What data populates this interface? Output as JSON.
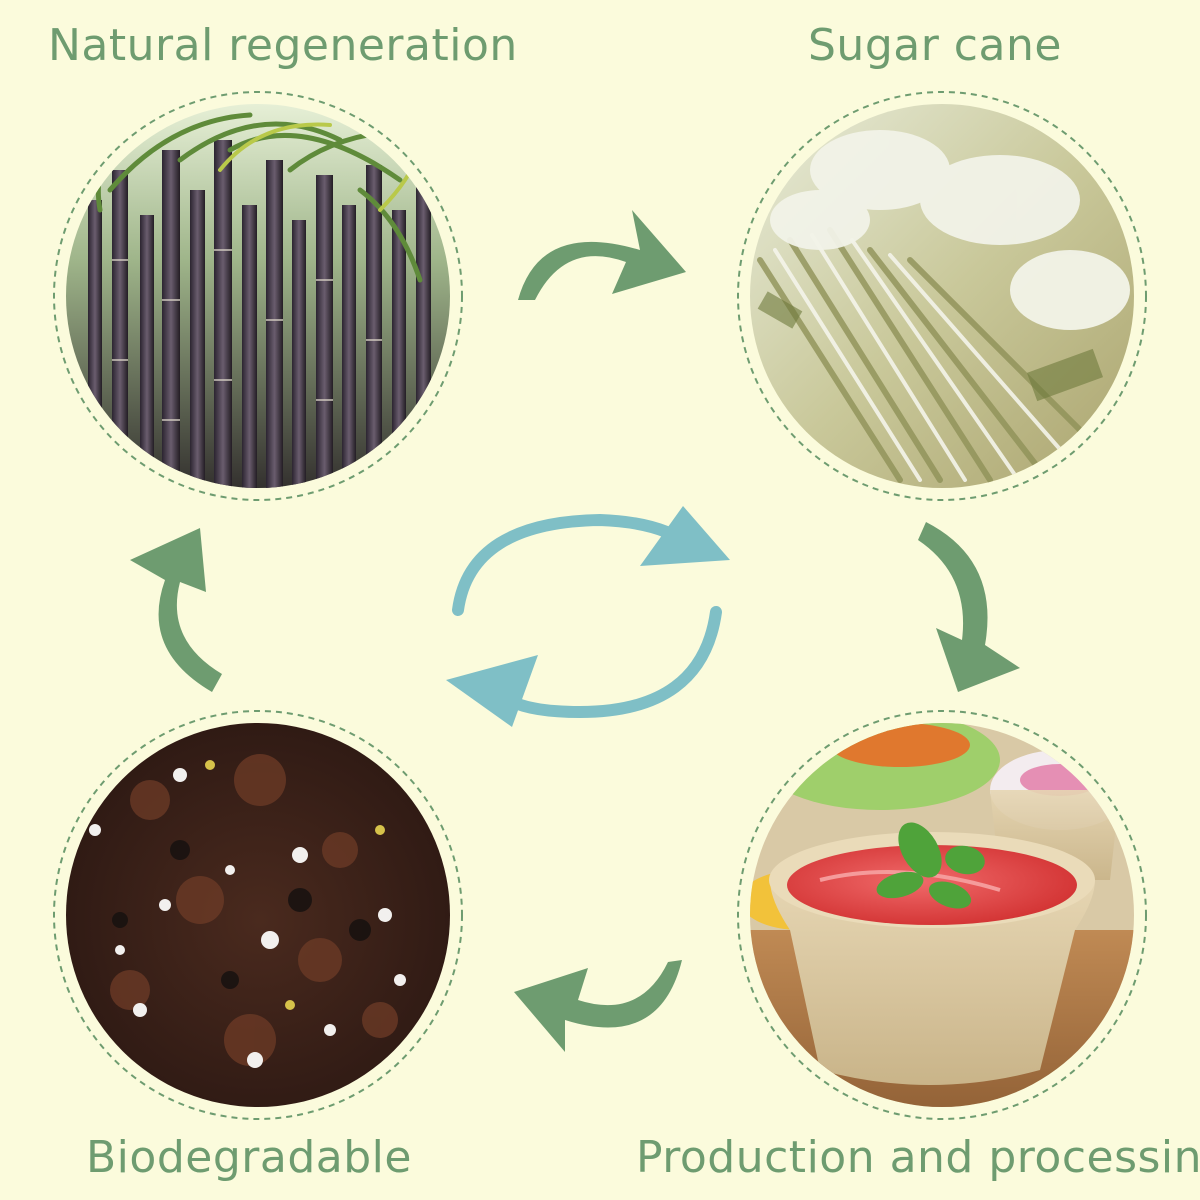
{
  "stages": [
    {
      "label": "Natural regeneration",
      "image": "sugarcane-stalks-photo"
    },
    {
      "label": "Sugar cane",
      "image": "sugarcane-bagasse-fiber-photo"
    },
    {
      "label": "Production and processing",
      "image": "bagasse-sauce-cup-with-ketchup-photo"
    },
    {
      "label": "Biodegradable",
      "image": "compost-soil-photo"
    }
  ],
  "colors": {
    "background": "#fbfbdc",
    "label": "#6e9c70",
    "arrow_green": "#6e9c70",
    "arrow_teal": "#7fbfc6",
    "dashed_ring": "#6e9c70"
  },
  "icons": {
    "cycle_center": "recycle-arrows-icon",
    "stage_arrow": "curved-arrow-icon"
  }
}
